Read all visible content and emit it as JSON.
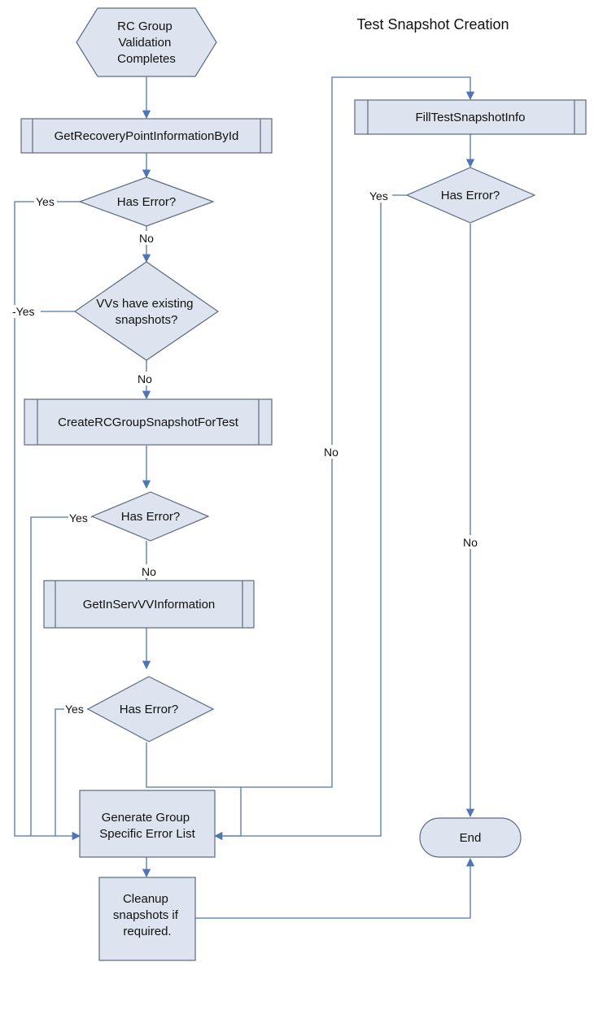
{
  "title": "Test Snapshot Creation",
  "colors": {
    "node_fill": "#dde4ef",
    "node_stroke": "#5b6b80",
    "connector": "#4f76b3"
  },
  "nodes": {
    "start": [
      "RC Group",
      "Validation",
      "Completes"
    ],
    "get_recovery_point": [
      "GetRecoveryPointInformationById"
    ],
    "has_error_1": [
      "Has Error?"
    ],
    "vvs_have_snapshots": [
      "VVs have existing",
      "snapshots?"
    ],
    "create_snapshot": [
      "CreateRCGroupSnapshotForTest"
    ],
    "has_error_2": [
      "Has Error?"
    ],
    "get_inserv": [
      "GetInServVVInformation"
    ],
    "has_error_3": [
      "Has Error?"
    ],
    "generate_error_list": [
      "Generate Group",
      "Specific Error List"
    ],
    "cleanup": [
      "Cleanup",
      "snapshots if",
      "required."
    ],
    "fill_test_snapshot": [
      "FillTestSnapshotInfo"
    ],
    "has_error_4": [
      "Has Error?"
    ],
    "end": [
      "End"
    ]
  },
  "edge_labels": {
    "e1_yes": "Yes",
    "e1_no": "No",
    "vvs_yes": "-Yes",
    "vvs_no": "No",
    "e2_yes": "Yes",
    "e2_no": "No",
    "e3_yes": "Yes",
    "e3_no": "No",
    "e4_yes": "Yes",
    "e4_no": "No"
  }
}
